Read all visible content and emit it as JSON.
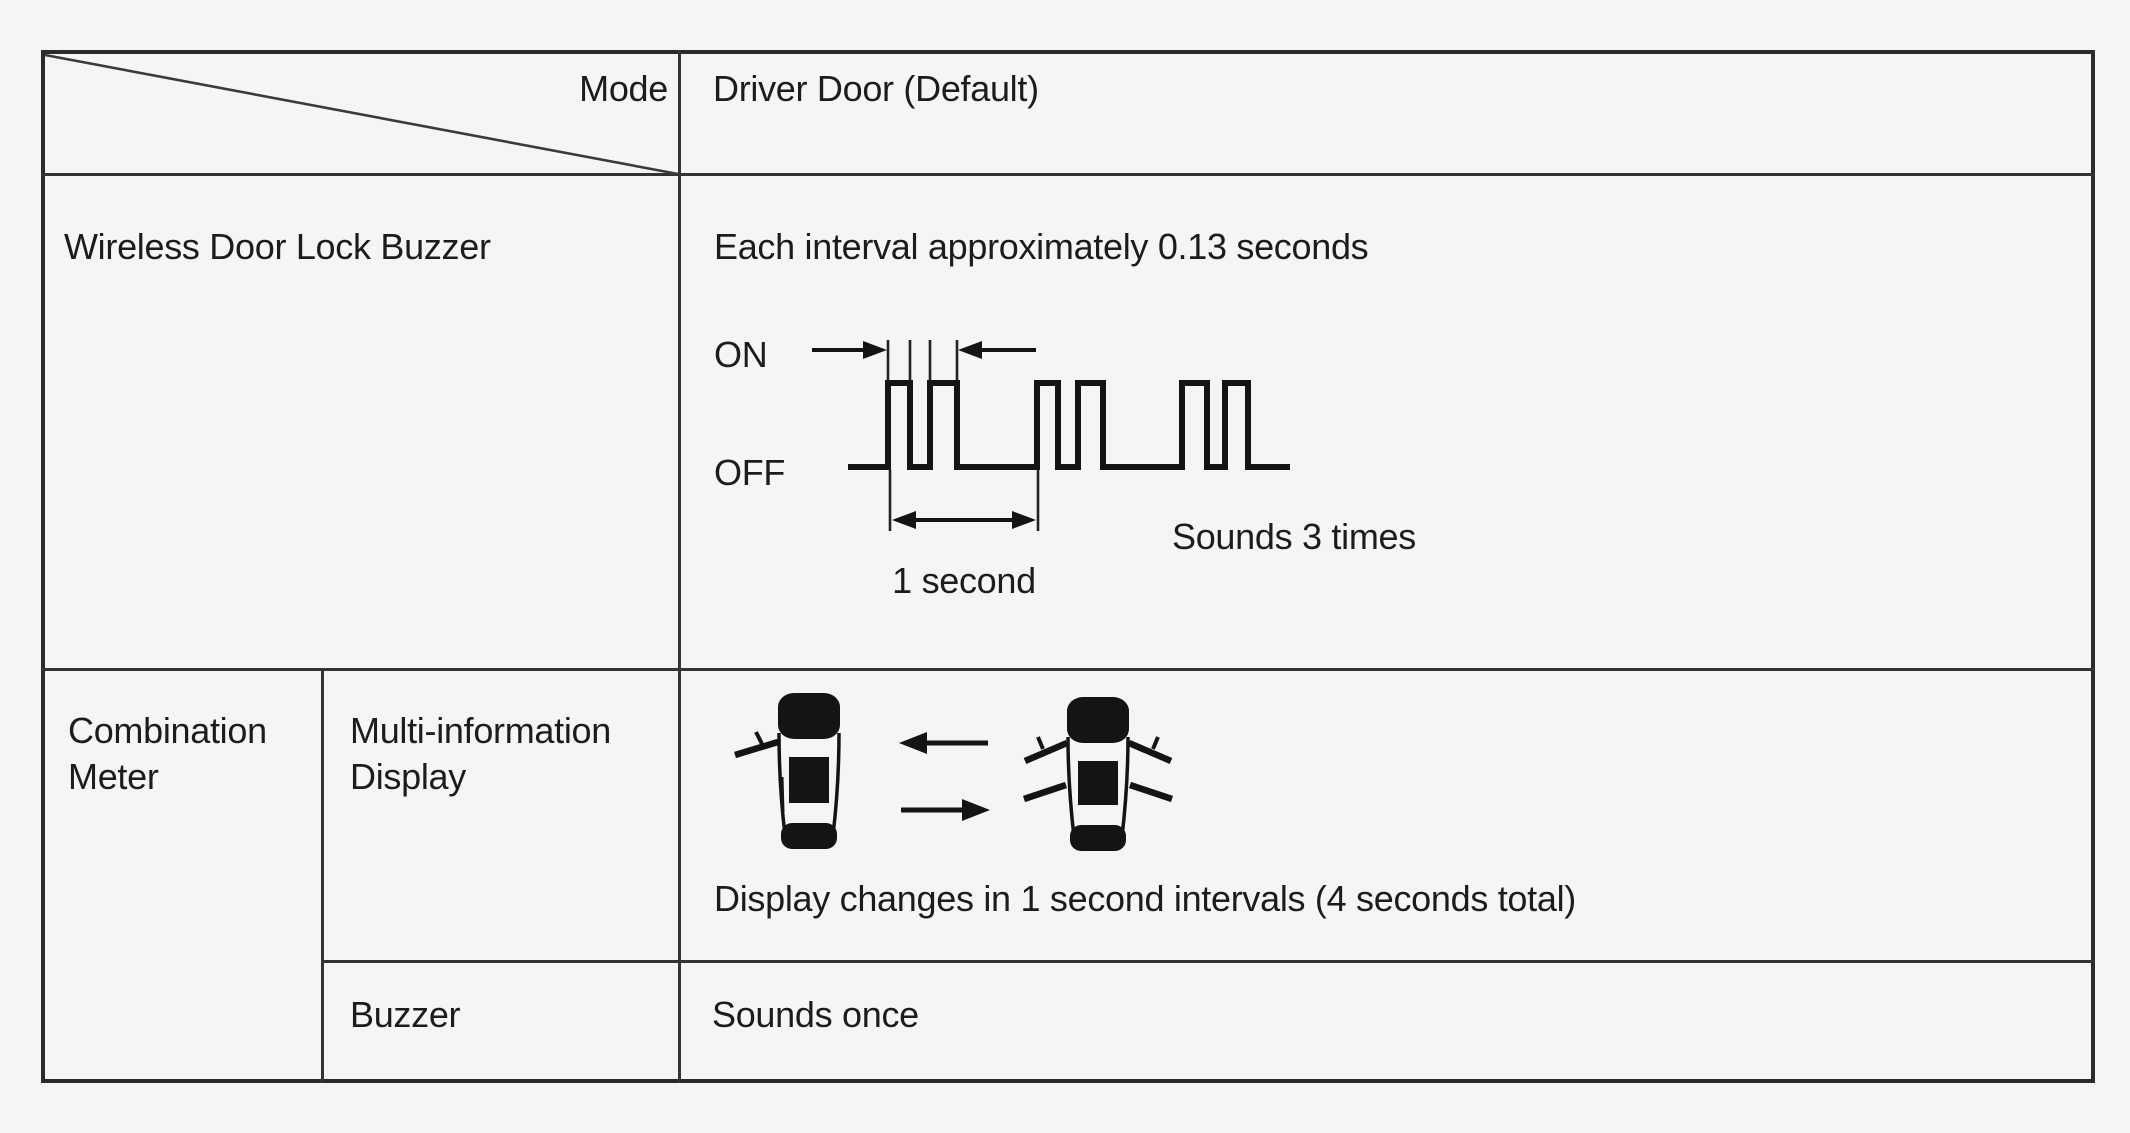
{
  "table": {
    "header": {
      "corner_label": "Mode",
      "mode_value": "Driver Door (Default)"
    },
    "rows": [
      {
        "label": "Wireless Door Lock Buzzer",
        "description": "Each interval approximately 0.13 seconds",
        "waveform": {
          "on_label": "ON",
          "off_label": "OFF",
          "period_label": "1 second",
          "result_label": "Sounds 3 times",
          "pulse_groups": 3,
          "pulses_per_group": 2
        }
      },
      {
        "label": "Combination Meter",
        "sub_rows": [
          {
            "label": "Multi-information Display",
            "description": "Display changes in 1 second intervals (4 seconds total)"
          },
          {
            "label": "Buzzer",
            "description": "Sounds once"
          }
        ]
      }
    ]
  },
  "colors": {
    "background": "#f5f5f5",
    "grid_line": "#333333",
    "ink": "#1c1c1c"
  }
}
